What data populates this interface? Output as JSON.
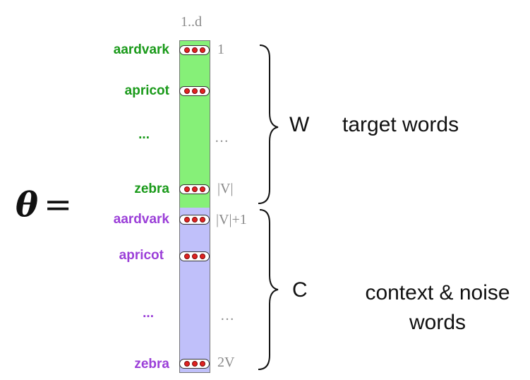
{
  "theta": {
    "symbol": "θ",
    "equals": "="
  },
  "column_header": "1..d",
  "target_block": {
    "words": [
      "aardvark",
      "apricot",
      "...",
      "zebra"
    ],
    "indices": [
      "1",
      "",
      "…",
      "|V|"
    ],
    "matrix": "W",
    "label": "target words",
    "color": "#86f078",
    "word_color": "#1a9a1a"
  },
  "context_block": {
    "words": [
      "aardvark",
      "apricot",
      "...",
      "zebra"
    ],
    "indices": [
      "|V|+1",
      "",
      "…",
      "2V"
    ],
    "matrix": "C",
    "label_line1": "context & noise",
    "label_line2": "words",
    "color": "#c0c0fa",
    "word_color": "#9b3fd8"
  }
}
